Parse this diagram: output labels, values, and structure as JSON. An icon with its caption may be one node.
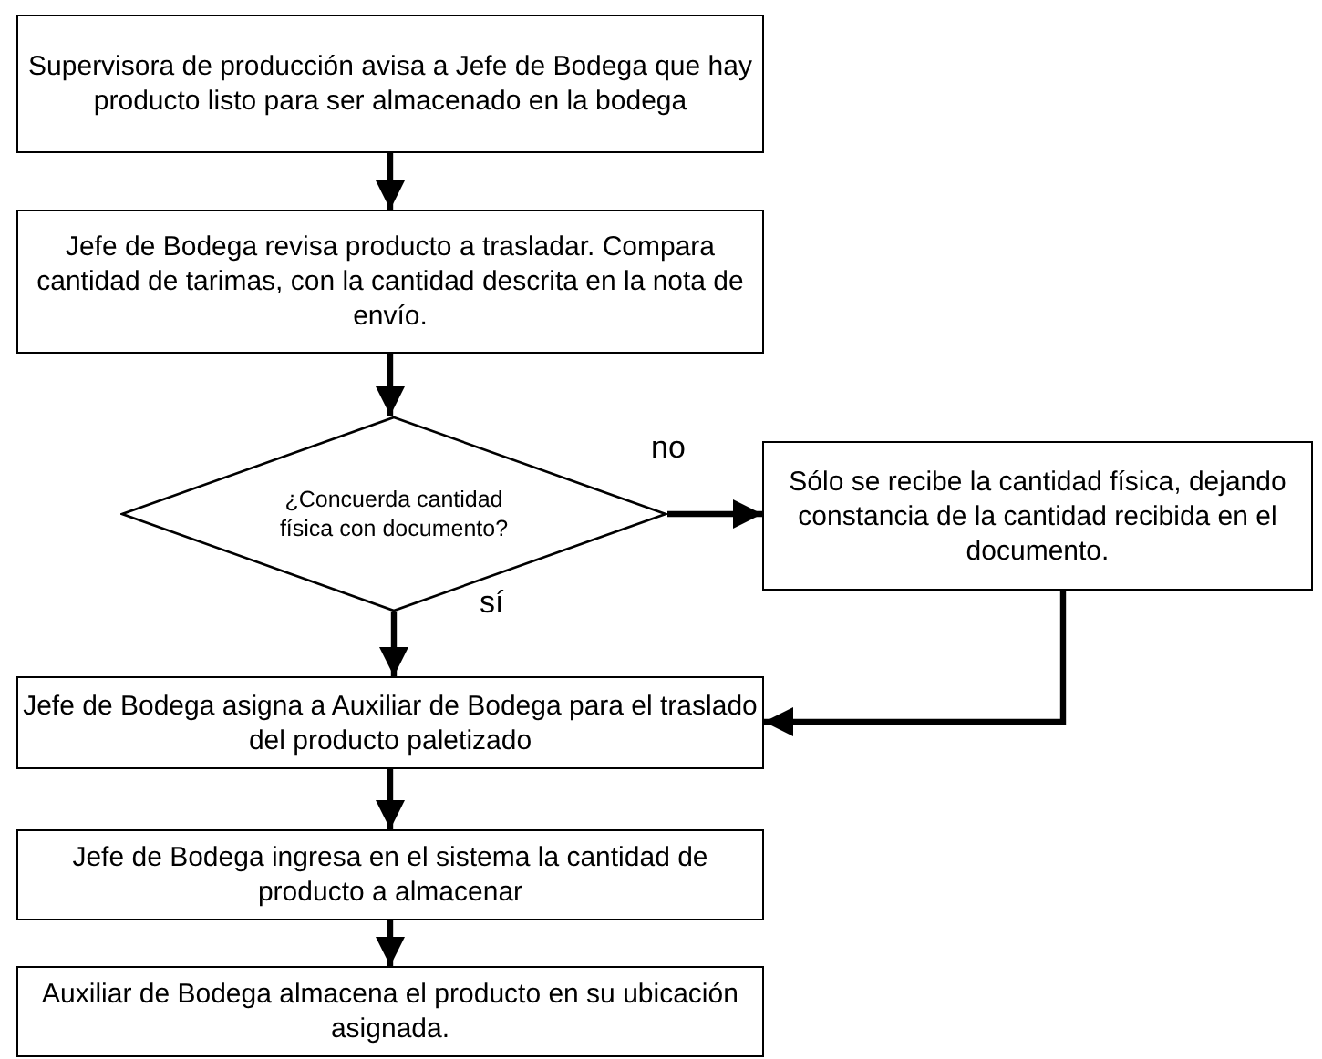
{
  "diagram": {
    "nodes": [
      {
        "text": [
          "Supervisora de producción avisa a Jefe de Bodega que hay producto listo para ser almacenado en la bodega"
        ]
      },
      {
        "text": [
          "Jefe de Bodega revisa producto a trasladar. Compara cantidad de tarimas, con la cantidad descrita en la nota de envío."
        ]
      },
      {
        "text": [
          "¿Concuerda cantidad física con documento?"
        ]
      },
      {
        "text": [
          "Sólo se recibe la cantidad física, dejando constancia de la cantidad recibida  en el documento."
        ]
      },
      {
        "text": [
          "Jefe de Bodega asigna a Auxiliar de Bodega para el traslado del producto paletizado"
        ]
      },
      {
        "text": [
          "Jefe de Bodega ingresa en el sistema  la cantidad de producto a almacenar"
        ]
      },
      {
        "text": [
          "Auxiliar de Bodega almacena el producto en su ubicación asignada."
        ]
      }
    ],
    "edges": [
      {
        "from": 0,
        "to": 1,
        "arrow": "to"
      },
      {
        "from": 1,
        "to": 2,
        "arrow": "to"
      },
      {
        "from": 2,
        "to": 3,
        "arrow": "to",
        "label": "no"
      },
      {
        "from": 2,
        "to": 4,
        "arrow": "to",
        "label": "sí"
      },
      {
        "from": 3,
        "to": 4,
        "arrow": "to"
      },
      {
        "from": 4,
        "to": 5,
        "arrow": "to"
      },
      {
        "from": 5,
        "to": 6,
        "arrow": "to"
      }
    ]
  }
}
